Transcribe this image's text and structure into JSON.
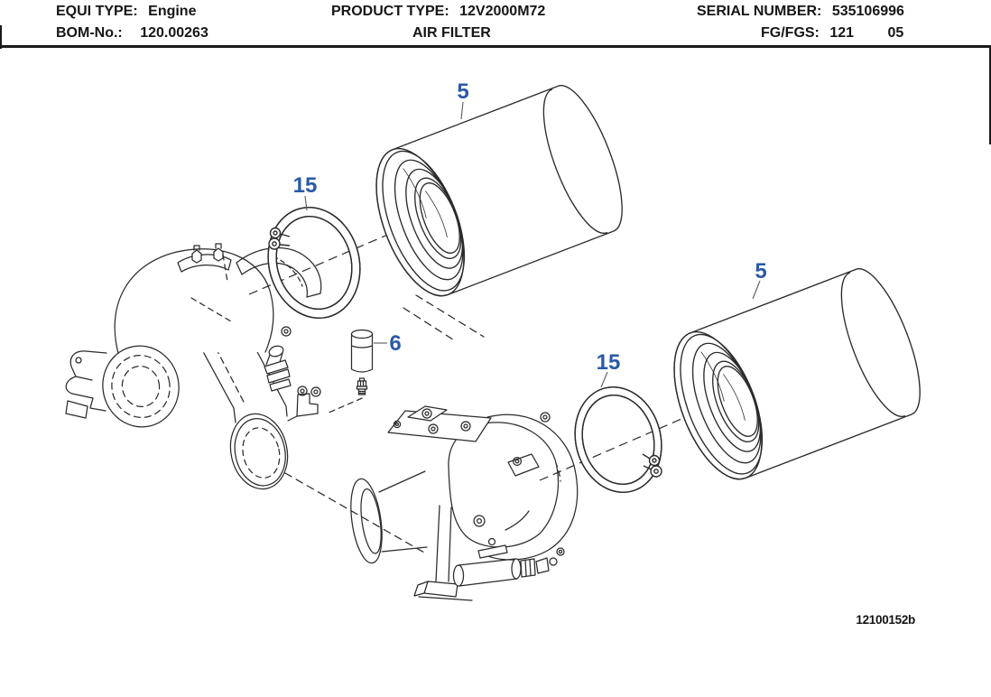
{
  "header": {
    "equi_type_label": "EQUI TYPE:",
    "equi_type_value": "Engine",
    "product_type_label": "PRODUCT TYPE:",
    "product_type_value": "12V2000M72",
    "serial_number_label": "SERIAL NUMBER:",
    "serial_number_value": "535106996",
    "bom_label": "BOM-No.:",
    "bom_value": "120.00263",
    "product_subtitle": "AIR FILTER",
    "fg_fgs_label": "FG/FGS:",
    "fg_value": "121",
    "fgs_value": "05"
  },
  "drawing": {
    "number": "12100152b",
    "accent_color": "#2B5AA6",
    "callouts": [
      {
        "label": "5"
      },
      {
        "label": "15"
      },
      {
        "label": "6"
      },
      {
        "label": "15"
      },
      {
        "label": "5"
      }
    ]
  }
}
